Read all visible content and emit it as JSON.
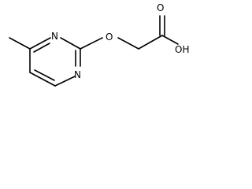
{
  "molecule": {
    "atoms": {
      "n_ring_top": "N",
      "n_ring_bottom": "N",
      "ether_oxygen": "O",
      "carbonyl_oxygen": "O",
      "hydroxyl": "OH"
    },
    "colors": {
      "bond": "#000000",
      "label": "#000000",
      "background": "#ffffff"
    }
  }
}
